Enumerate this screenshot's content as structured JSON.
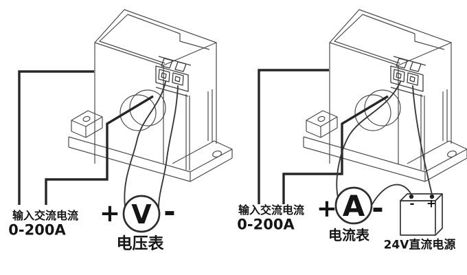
{
  "left_unit": {
    "input_label": "输入交流电流",
    "input_range": "0-200A",
    "plus": "+",
    "minus": "-",
    "meter_symbol": "V",
    "meter_name": "电压表"
  },
  "right_unit": {
    "input_label": "输入交流电流",
    "input_range": "0-200A",
    "plus": "+",
    "minus": "-",
    "meter_symbol": "A",
    "meter_name": "电流表",
    "battery": {
      "minus": "-",
      "plus": "+",
      "label": "24V直流电源"
    }
  },
  "colors": {
    "background": "#ffffff",
    "line": "#4a4a4a",
    "conductor": "#262626",
    "text": "#151515"
  }
}
